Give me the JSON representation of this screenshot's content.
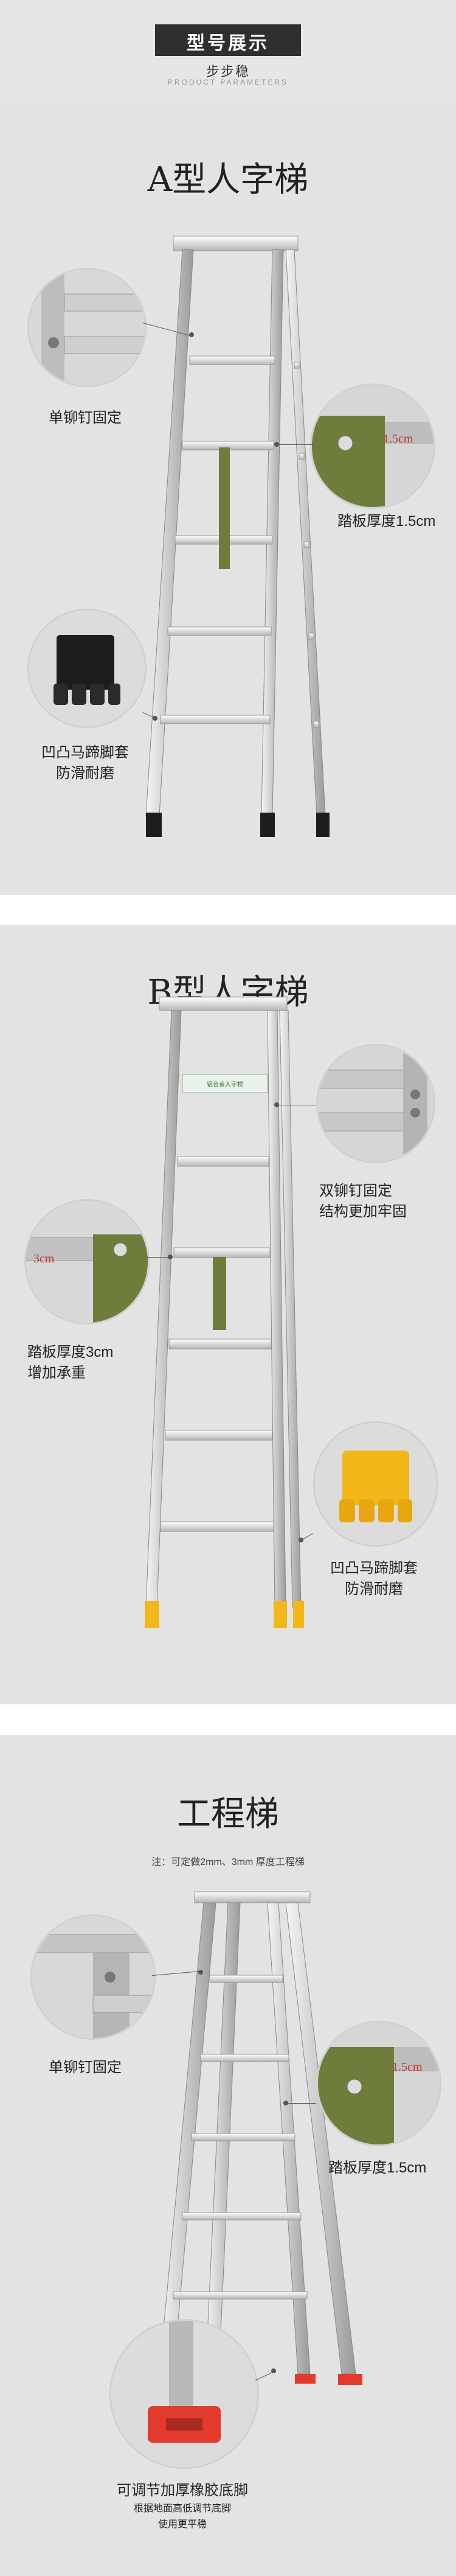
{
  "header": {
    "title": "型号展示",
    "subtitle": "步步稳",
    "subtitle_en": "PRODUCT PARAMETERS"
  },
  "sections": [
    {
      "title": "A型人字梯",
      "callouts": [
        {
          "text": "单铆钉固定"
        },
        {
          "text": "踏板厚度1.5cm",
          "dimension": "1.5cm"
        },
        {
          "line1": "凹凸马蹄脚套",
          "line2": "防滑耐磨"
        }
      ]
    },
    {
      "title": "B型人字梯",
      "sticker": "铝合金人字梯",
      "callouts": [
        {
          "line1": "双铆钉固定",
          "line2": "结构更加牢固"
        },
        {
          "line1": "踏板厚度3cm",
          "line2": "增加承重",
          "dimension": "3cm"
        },
        {
          "line1": "凹凸马蹄脚套",
          "line2": "防滑耐磨"
        }
      ]
    },
    {
      "title": "工程梯",
      "note": "注：可定做2mm、3mm 厚度工程梯",
      "callouts": [
        {
          "text": "单铆钉固定"
        },
        {
          "text": "踏板厚度1.5cm",
          "dimension": "1.5cm"
        },
        {
          "line1": "可调节加厚橡胶底脚",
          "line2": "根据地面高低调节底脚",
          "line3": "使用更平稳"
        }
      ]
    }
  ],
  "colors": {
    "panel_bg": "#e3e3e3",
    "header_badge": "#2f2f2f",
    "strap_green": "#6e7d3c",
    "foot_black": "#1d1d1d",
    "foot_yellow": "#f2b718",
    "foot_red": "#e23a2b",
    "dimension_red": "#c0392b"
  }
}
